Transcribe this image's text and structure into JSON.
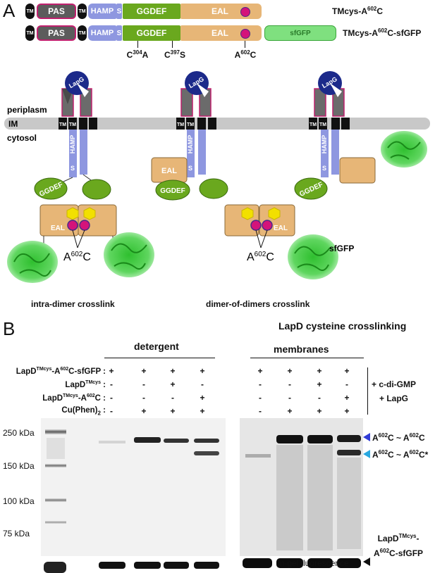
{
  "panel_a": {
    "letter": "A",
    "constructs": [
      {
        "name": "TMcys-A602C",
        "name_main": "TMcys-A",
        "name_sup": "602",
        "name_tail": "C"
      },
      {
        "name": "TMcys-A602C-sfGFP",
        "name_main": "TMcys-A",
        "name_sup": "602",
        "name_tail": "C-sfGFP"
      }
    ],
    "domains": {
      "tm": "TM",
      "pas": "PAS",
      "hamp": "HAMP",
      "s": "S",
      "ggdef": "GGDEF",
      "eal": "EAL",
      "sfgfp": "sfGFP"
    },
    "mutations": [
      {
        "pre": "C",
        "sup": "304",
        "post": "A"
      },
      {
        "pre": "C",
        "sup": "397",
        "post": "S"
      },
      {
        "pre": "A",
        "sup": "602",
        "post": "C"
      }
    ],
    "membrane": {
      "top_label": "periplasm",
      "mid_label": "IM",
      "bottom_label": "cytosol"
    },
    "diagram_labels": {
      "lapg": "LapG",
      "tm": "TM",
      "hamp": "HAMP",
      "s": "S",
      "ggdef": "GGDEF",
      "eal": "EAL",
      "a602c_pre": "A",
      "a602c_sup": "602",
      "a602c_post": "C",
      "sfgfp": "sfGFP"
    },
    "captions": {
      "left": "intra-dimer crosslink",
      "right": "dimer-of-dimers crosslink"
    }
  },
  "panel_b": {
    "letter": "B",
    "title": "LapD cysteine crosslinking",
    "groups": {
      "detergent": "detergent",
      "membranes": "membranes"
    },
    "row_labels": [
      {
        "pre": "LapD",
        "sup": "TMcys",
        "post": "-A",
        "sup2": "602",
        "post2": "C-sfGFP :"
      },
      {
        "pre": "LapD",
        "sup": "TMcys",
        "post": " :",
        "sup2": "",
        "post2": ""
      },
      {
        "pre": "LapD",
        "sup": "TMcys",
        "post": "-A",
        "sup2": "602",
        "post2": "C :"
      },
      {
        "pre": "Cu(Phen)",
        "sup": "",
        "post": "",
        "sub": "2",
        "post2": " :"
      }
    ],
    "matrix": [
      [
        "+",
        "+",
        "+",
        "+",
        "+",
        "+",
        "+",
        "+"
      ],
      [
        "-",
        "-",
        "+",
        "-",
        "-",
        "-",
        "+",
        "-"
      ],
      [
        "-",
        "-",
        "-",
        "+",
        "-",
        "-",
        "-",
        "+"
      ],
      [
        "-",
        "+",
        "+",
        "+",
        "-",
        "+",
        "+",
        "+"
      ]
    ],
    "conditions": [
      "+ c-di-GMP",
      "+ LapG"
    ],
    "mw_markers": [
      "250 kDa",
      "150 kDa",
      "100 kDa",
      "75 kDa"
    ],
    "band_labels": [
      {
        "pre": "A",
        "sup": "602",
        "mid": "C ~ A",
        "sup2": "602",
        "post": "C",
        "color": "#2f3bd6"
      },
      {
        "pre": "A",
        "sup": "602",
        "mid": "C ~ A",
        "sup2": "602",
        "post": "C*",
        "color": "#29a8e0"
      },
      {
        "line1_pre": "LapD",
        "line1_sup": "TMcys",
        "line1_post": "-",
        "line2_pre": "A",
        "line2_sup": "602",
        "line2_post": "C-sfGFP",
        "color": "#111111"
      }
    ],
    "note": "in-gel fluorescence"
  },
  "colors": {
    "pas": "#5c5c5c",
    "pas_border": "#c0206e",
    "hamp": "#8e97e0",
    "ggdef": "#6aa81e",
    "eal": "#e7b677",
    "sfgfp": "#7fe07f",
    "magenta": "#d4147a",
    "yellow": "#f2e000",
    "lapg": "#1c2a8a",
    "membrane": "#c8c8c8",
    "tm": "#111111"
  }
}
